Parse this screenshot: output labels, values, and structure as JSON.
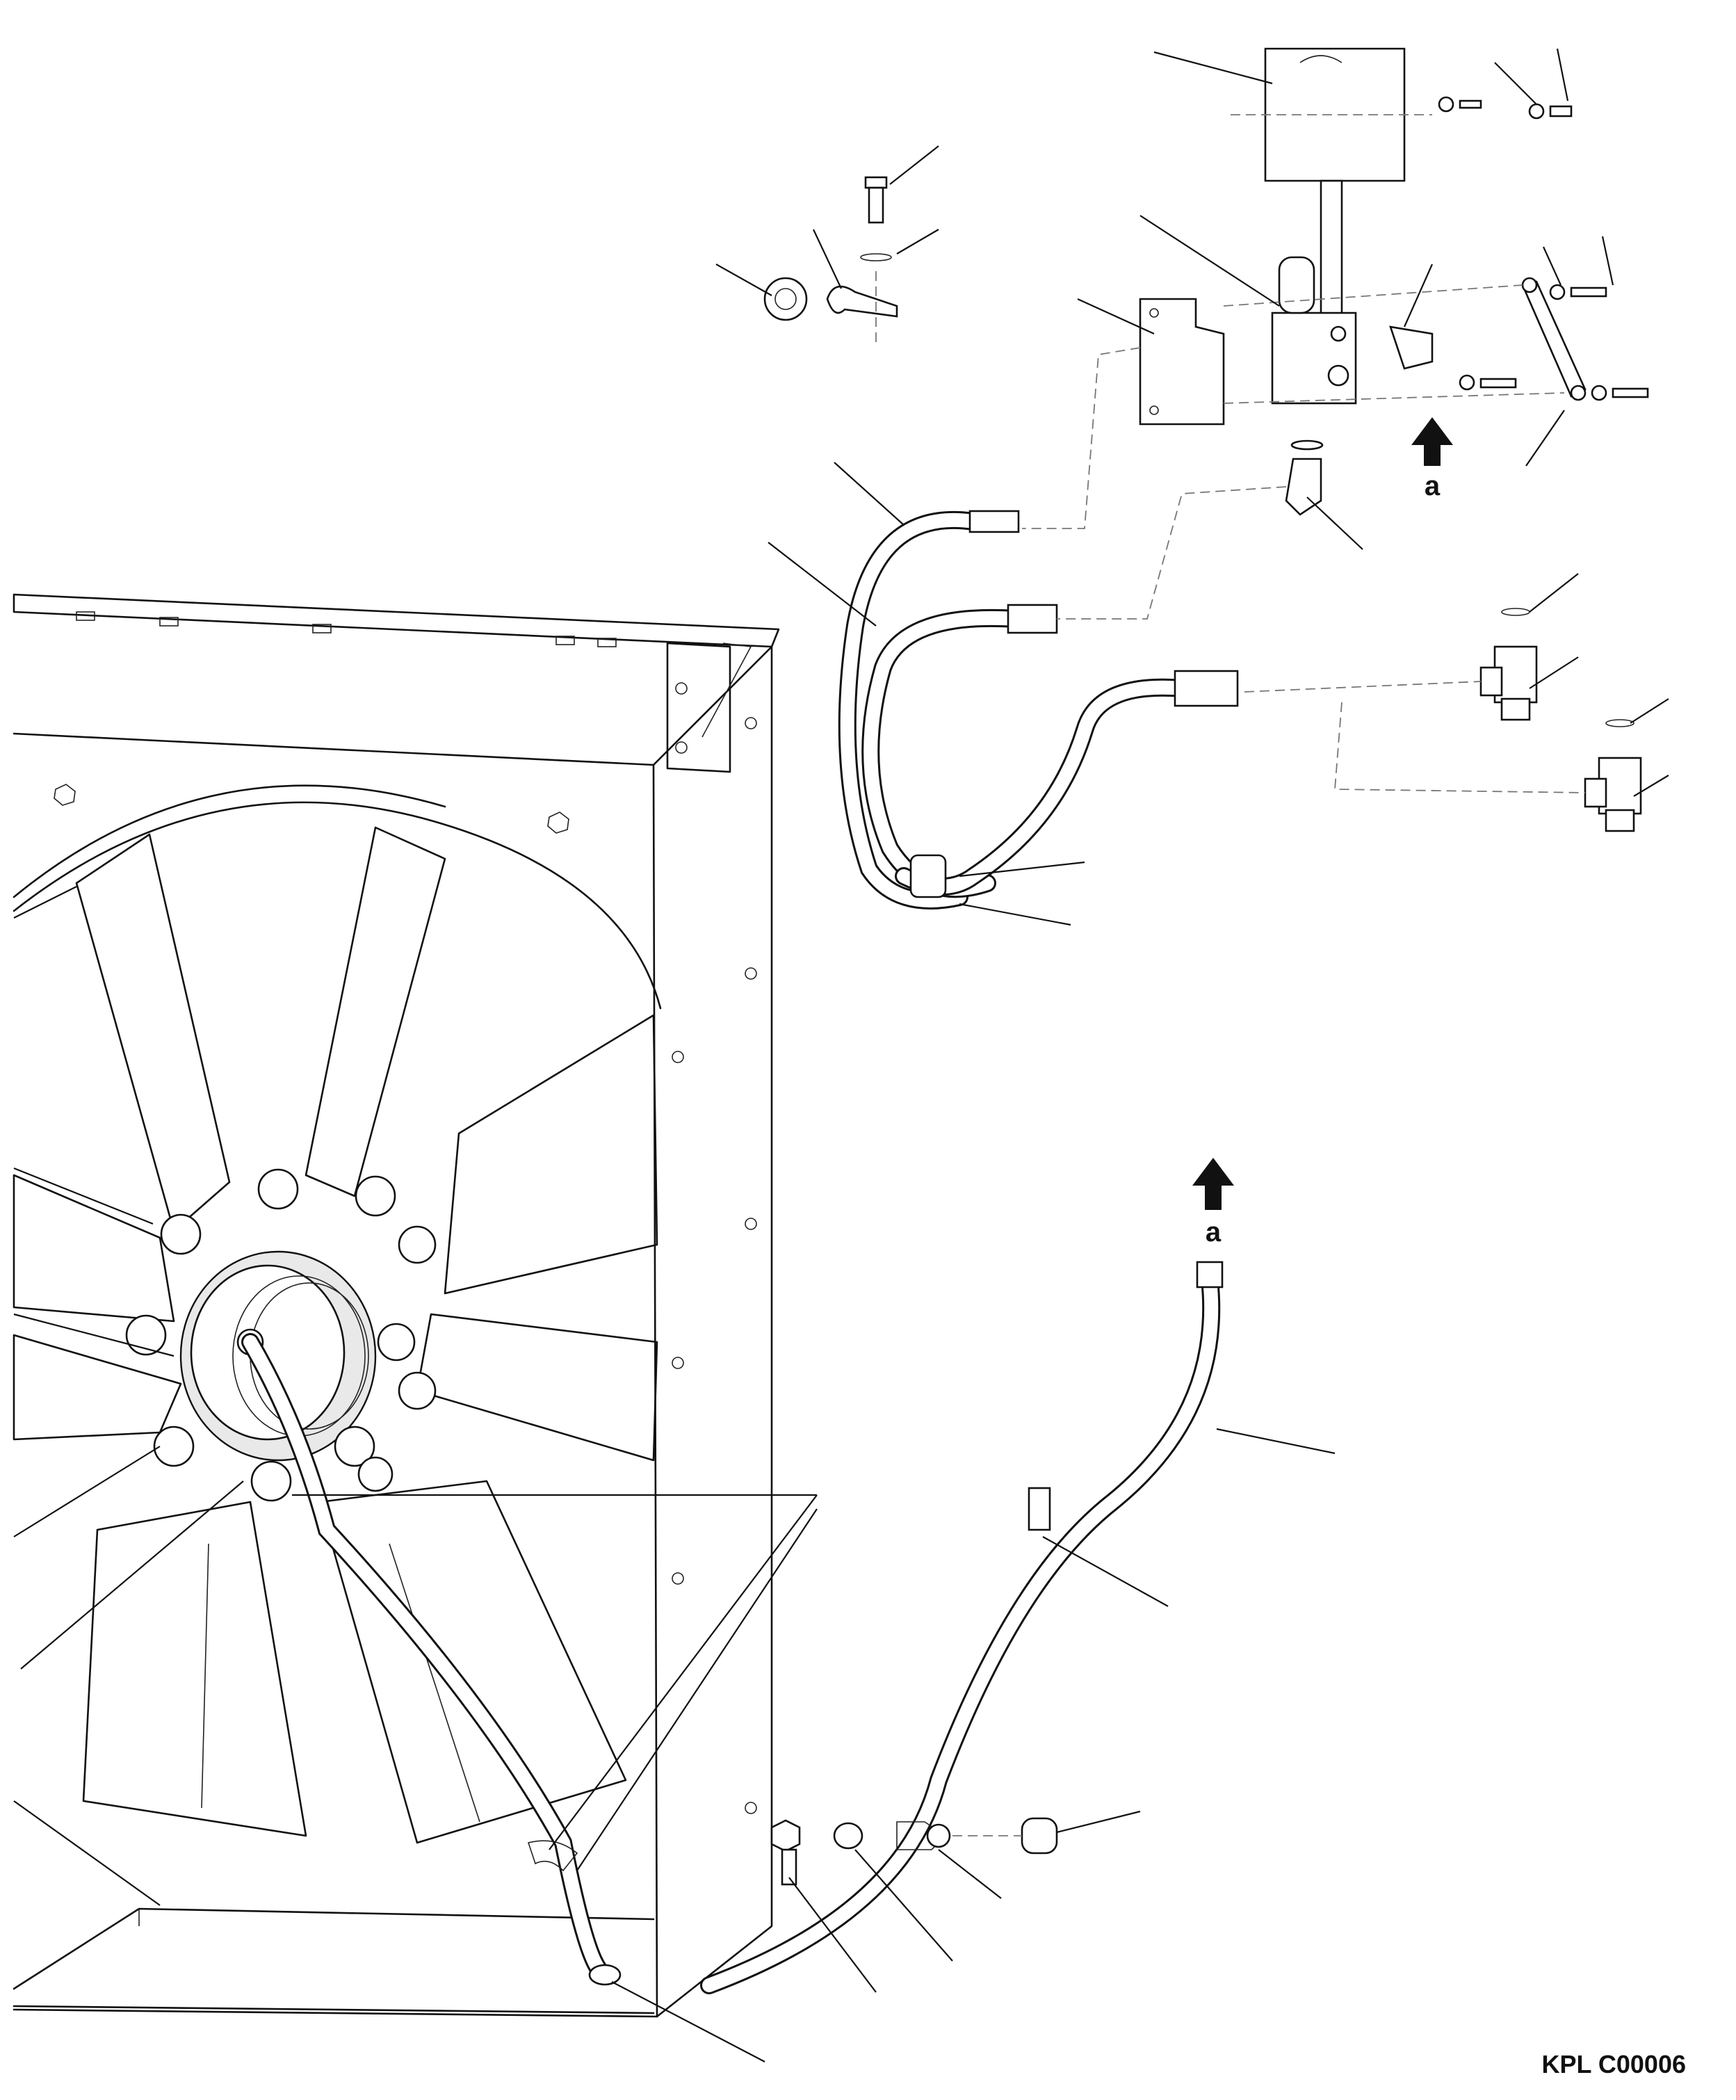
{
  "figure": {
    "reference_code": "KPL C00006",
    "view_arrow_labels": [
      "a",
      "a"
    ]
  }
}
